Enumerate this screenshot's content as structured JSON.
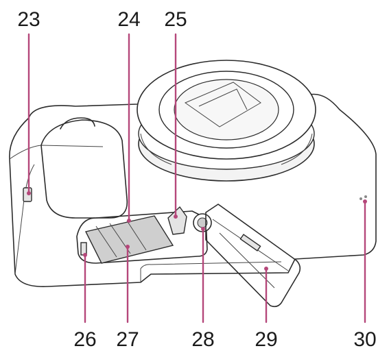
{
  "callouts": [
    {
      "id": "23",
      "label": "23"
    },
    {
      "id": "24",
      "label": "24"
    },
    {
      "id": "25",
      "label": "25"
    },
    {
      "id": "26",
      "label": "26"
    },
    {
      "id": "27",
      "label": "27"
    },
    {
      "id": "28",
      "label": "28"
    },
    {
      "id": "29",
      "label": "29"
    },
    {
      "id": "30",
      "label": "30"
    }
  ],
  "colors": {
    "leader": "#b5477a",
    "outline": "#2b2b2b",
    "battery": "#cfcfcf"
  }
}
